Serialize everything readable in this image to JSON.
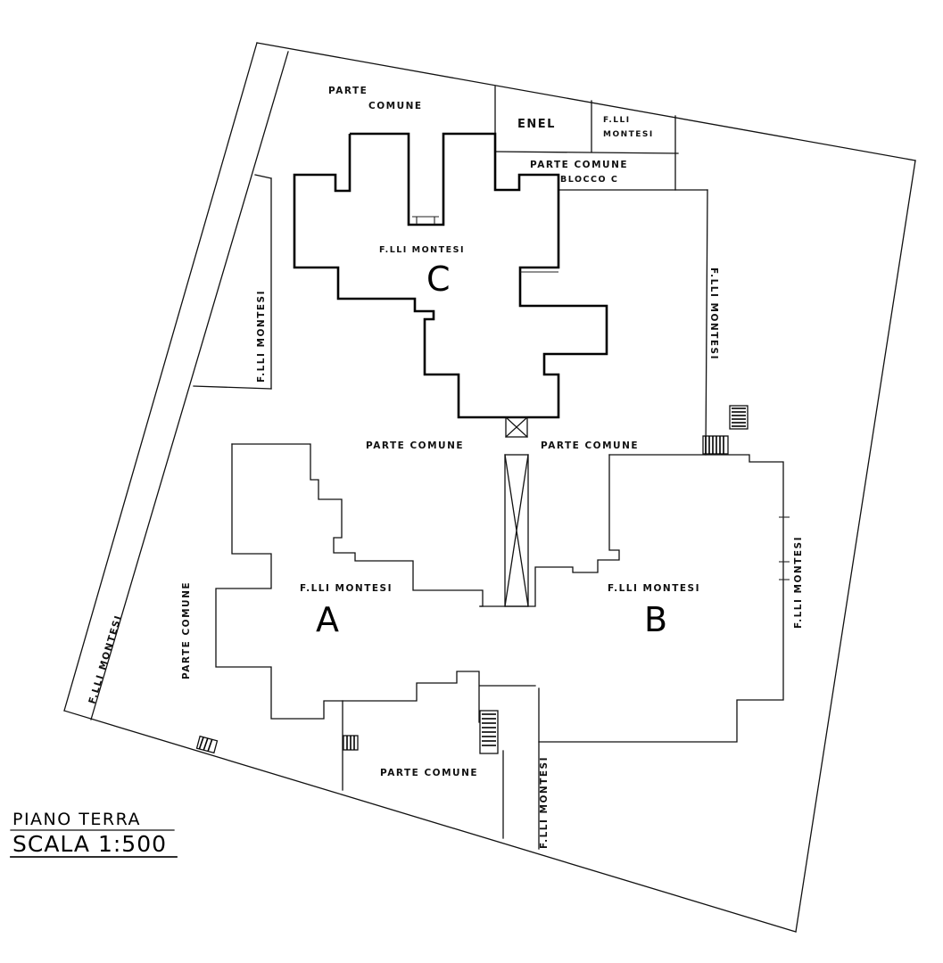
{
  "title": {
    "line1": "PIANO TERRA",
    "line2": "SCALA 1:500"
  },
  "blocks": {
    "a": "A",
    "b": "B",
    "c": "C"
  },
  "labels": {
    "parte_comune_top": [
      "PARTE",
      "COMUNE"
    ],
    "enel": "ENEL",
    "flli_montesi_top": [
      "F.LLI",
      "MONTESI"
    ],
    "parte_comune_blocco_c": [
      "PARTE COMUNE",
      "BLOCCO C"
    ],
    "block_c_owner": "F.LLI MONTESI",
    "left_strip_owner": "F.LLI MONTESI",
    "right_strip_owner": "F.LLI MONTESI",
    "parte_comune_mid_left": "PARTE COMUNE",
    "parte_comune_mid_right": "PARTE COMUNE",
    "block_a_owner": "F.LLI MONTESI",
    "block_b_owner": "F.LLI MONTESI",
    "right_edge_owner": "F.LLI MONTESI",
    "parte_comune_left": "PARTE COMUNE",
    "far_left_owner": "F.LLI MONTESI",
    "parte_comune_bottom": "PARTE COMUNE",
    "bottom_strip_owner": "F.LLI MONTESI"
  }
}
